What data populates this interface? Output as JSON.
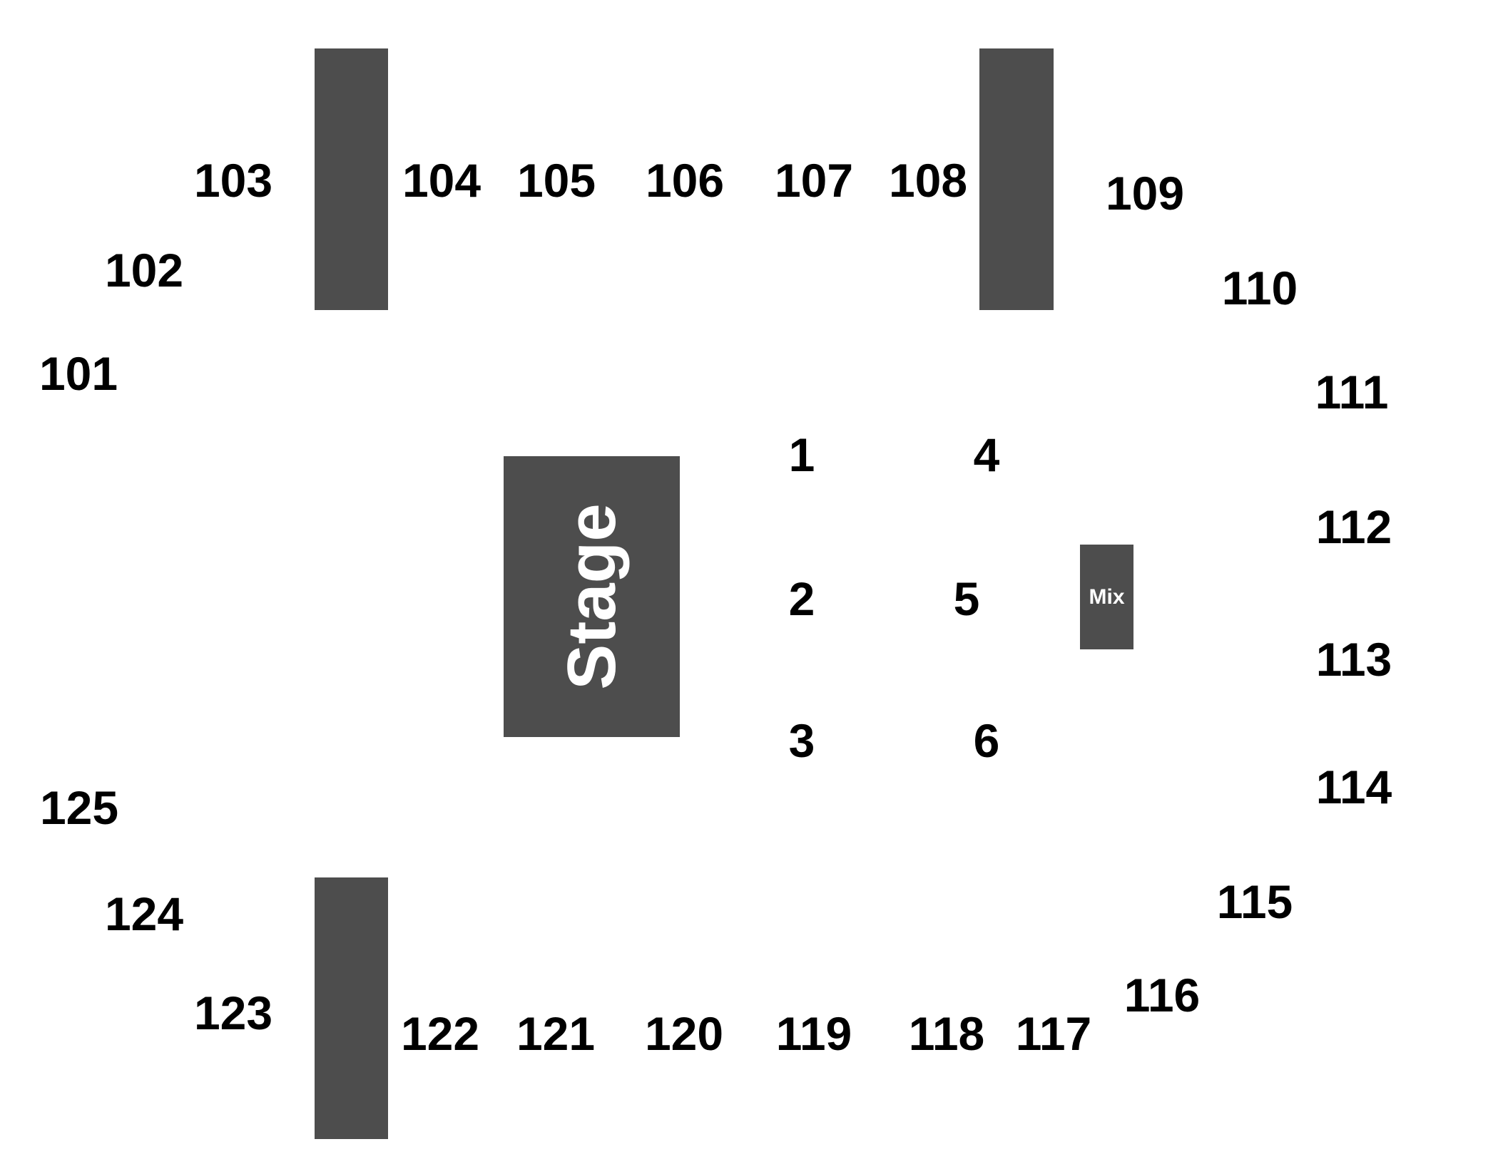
{
  "colors": {
    "block_fill": "#4d4d4d",
    "label_text": "#000000",
    "block_text": "#ffffff",
    "background": "#ffffff"
  },
  "stage_label": "Stage",
  "mix_label": "Mix",
  "sections_upper": [
    "101",
    "102",
    "103",
    "104",
    "105",
    "106",
    "107",
    "108",
    "109",
    "110",
    "111",
    "112",
    "113"
  ],
  "sections_lower": [
    "114",
    "115",
    "116",
    "117",
    "118",
    "119",
    "120",
    "121",
    "122",
    "123",
    "124",
    "125"
  ],
  "floor_sections": [
    "1",
    "2",
    "3",
    "4",
    "5",
    "6"
  ]
}
